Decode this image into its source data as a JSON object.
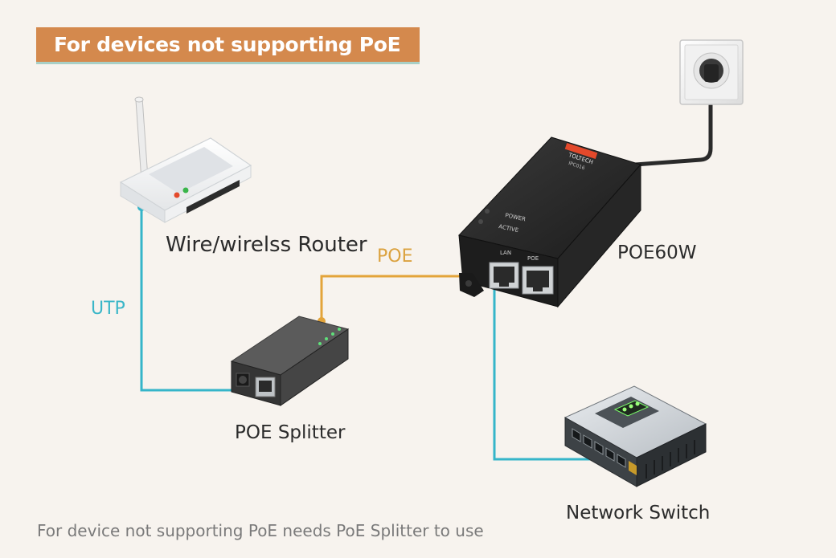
{
  "title": "For devices not supporting PoE",
  "labels": {
    "router": "Wire/wirelss Router",
    "poe_cable": "POE",
    "utp_cable": "UTP",
    "injector": "POE60W",
    "splitter": "POE Splitter",
    "switch": "Network Switch"
  },
  "injector_markings": {
    "brand": "TOLTECH",
    "model": "IPC016",
    "power_led": "POWER",
    "active_led": "ACTIVE",
    "lan_port": "LAN",
    "poe_port": "POE"
  },
  "caption": "For device not supporting PoE needs PoE Splitter to use",
  "colors": {
    "banner": "#d4894d",
    "poe_line": "#e3a43a",
    "utp_line": "#35b5c9",
    "background": "#f7f3ee"
  }
}
